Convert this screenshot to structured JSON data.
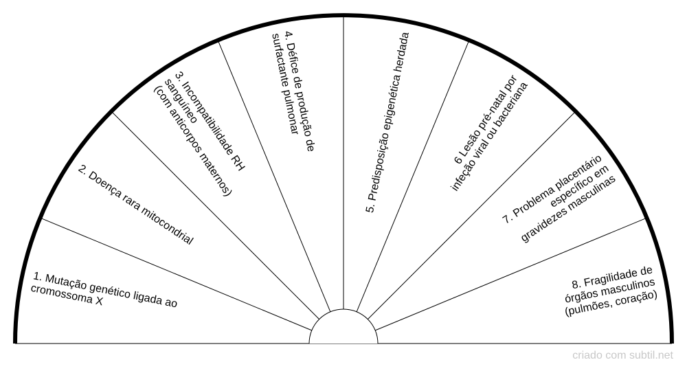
{
  "segments": [
    {
      "lines": [
        "1. Mutação genético ligada ao",
        "cromossoma X"
      ]
    },
    {
      "lines": [
        "2. Doença rara mitocondrial"
      ]
    },
    {
      "lines": [
        "3. Incompatibilidade RH",
        "sanguíneo",
        "(com anticorpos maternos)"
      ]
    },
    {
      "lines": [
        "4. Défice de produção de",
        "surfactante pulmonar"
      ]
    },
    {
      "lines": [
        "5. Predisposição epigenética herdada"
      ]
    },
    {
      "lines": [
        "6 Lesão pré-natal por",
        "infeção viral ou bacteriana"
      ]
    },
    {
      "lines": [
        "7. Problema placentário",
        "específico em",
        "gravidezes masculinas"
      ]
    },
    {
      "lines": [
        "8. Fragilidade de",
        "órgãos masculinos",
        "(pulmões, coração)"
      ]
    }
  ],
  "credit": "criado com subtil.net",
  "colors": {
    "stroke": "#000000",
    "fill": "#ffffff",
    "credit": "#c8c8c8"
  }
}
